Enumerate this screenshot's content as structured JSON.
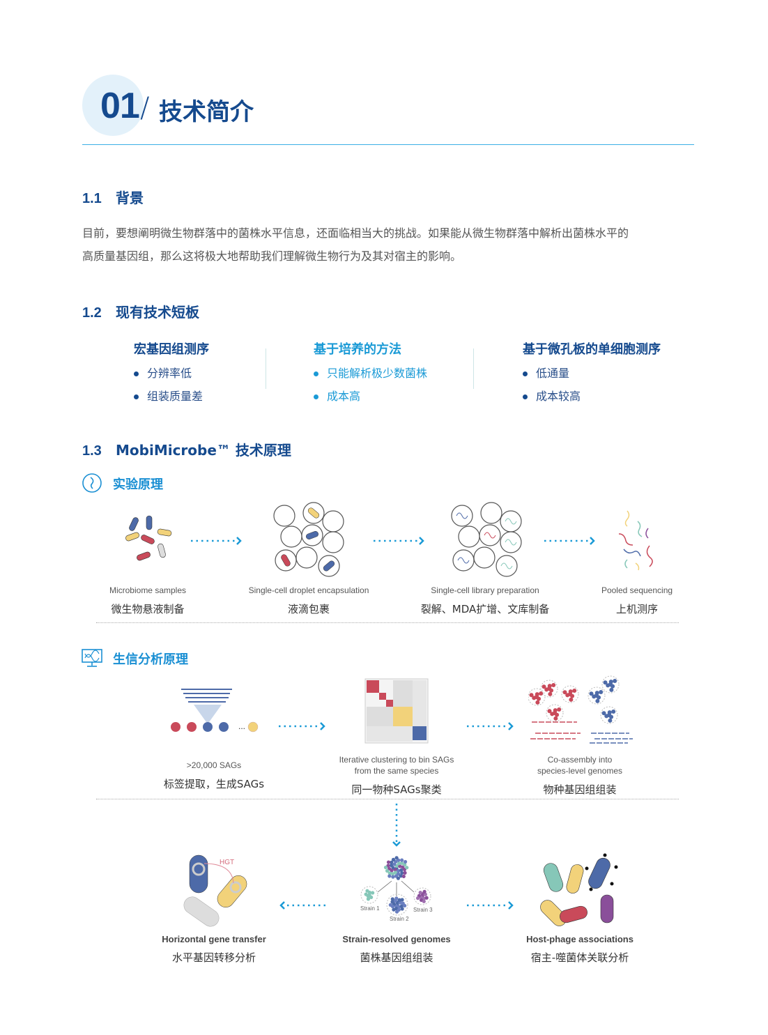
{
  "header": {
    "number": "01",
    "slash": "/",
    "title": "技术简介"
  },
  "s11": {
    "num": "1.1",
    "title": "背景",
    "para": [
      "目前，要想阐明微生物群落中的菌株水平信息，还面临相当大的挑战。如果能从微生物群落中解析出菌株水平的",
      "高质量基因组，那么这将极大地帮助我们理解微生物行为及其对宿主的影响。"
    ]
  },
  "s12": {
    "num": "1.2",
    "title": "现有技术短板",
    "columns": [
      {
        "title": "宏基因组测序",
        "items": [
          "分辨率低",
          "组装质量差"
        ]
      },
      {
        "title": "基于培养的方法",
        "items": [
          "只能解析极少数菌株",
          "成本高"
        ]
      },
      {
        "title": "基于微孔板的单细胞测序",
        "items": [
          "低通量",
          "成本较高"
        ]
      }
    ]
  },
  "s13": {
    "num": "1.3",
    "title": "MobiMicrobe™ 技术原理",
    "exp": {
      "title": "实验原理",
      "steps": [
        {
          "en": "Microbiome samples",
          "zh": "微生物悬液制备"
        },
        {
          "en": "Single-cell droplet encapsulation",
          "zh": "液滴包裹"
        },
        {
          "en": "Single-cell library preparation",
          "zh": "裂解、MDA扩增、文库制备"
        },
        {
          "en": "Pooled sequencing",
          "zh": "上机测序"
        }
      ]
    },
    "bio": {
      "title": "生信分析原理",
      "steps": [
        {
          "en": ">20,000 SAGs",
          "zh": "标签提取，生成SAGs"
        },
        {
          "en": "Iterative clustering to bin SAGs from the same species",
          "zh": "同一物种SAGs聚类"
        },
        {
          "en": "Co-assembly into species-level genomes",
          "zh": "物种基因组组装"
        }
      ],
      "apps": [
        {
          "en": "Horizontal gene transfer",
          "zh": "水平基因转移分析"
        },
        {
          "en": "Strain-resolved genomes",
          "zh": "菌株基因组组装"
        },
        {
          "en": "Host-phage associations",
          "zh": "宿主-噬菌体关联分析"
        }
      ],
      "labels": {
        "hgt": "HGT",
        "ellipsis": "...",
        "strain1": "Strain 1",
        "strain2": "Strain 2",
        "strain3": "Strain 3"
      }
    }
  },
  "colors": {
    "primary": "#154a8e",
    "accent": "#1a9ad6",
    "red": "#c94a5a",
    "yellow": "#f2d27a",
    "blue": "#4d6aa8",
    "purple": "#8a4f9a",
    "teal": "#86c7b8"
  }
}
